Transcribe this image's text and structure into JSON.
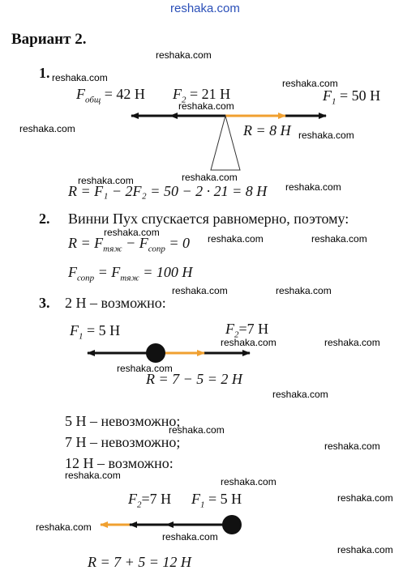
{
  "watermarks": {
    "top": "reshaka.com",
    "text": "reshaka.com"
  },
  "title": "Вариант 2.",
  "problem1": {
    "number": "1.",
    "force_total": "F",
    "force_total_sub": "общ",
    "force_total_val": " = 42 Н",
    "force2": "F",
    "force2_sub": "2",
    "force2_val": " = 21 Н",
    "force1": "F",
    "force1_sub": "1",
    "force1_val": " = 50 Н",
    "resultant": "R = 8 Н",
    "formula": "R = F₁ − 2F₂ = 50 − 2 · 21 = 8 Н"
  },
  "problem2": {
    "number": "2.",
    "statement": "Винни Пух спускается равномерно, поэтому:",
    "eq1_left": "R = F",
    "eq1_sub1": "тяж",
    "eq1_mid": " − F",
    "eq1_sub2": "сопр",
    "eq1_right": " = 0",
    "eq2_left": "F",
    "eq2_sub1": "сопр",
    "eq2_mid": " = F",
    "eq2_sub2": "тяж",
    "eq2_right": " = 100 Н"
  },
  "problem3": {
    "number": "3.",
    "case1": "2 Н – возможно:",
    "d1_f1": "F",
    "d1_f1_sub": "1",
    "d1_f1_val": " = 5 Н",
    "d1_f2": "F",
    "d1_f2_sub": "2",
    "d1_f2_val": "=7 Н",
    "d1_result": "R = 7 − 5 = 2 Н",
    "case2": "5 Н – невозможно;",
    "case3": "7 Н – невозможно;",
    "case4": "12 Н – возможно:",
    "d2_f2": "F",
    "d2_f2_sub": "2",
    "d2_f2_val": "=7 Н",
    "d2_f1": "F",
    "d2_f1_sub": "1",
    "d2_f1_val": " = 5 Н",
    "d2_result": "R = 7 + 5 = 12 Н"
  },
  "colors": {
    "arrow_main": "#111111",
    "arrow_resultant": "#f0a030",
    "top_watermark": "#2a4fb8"
  }
}
